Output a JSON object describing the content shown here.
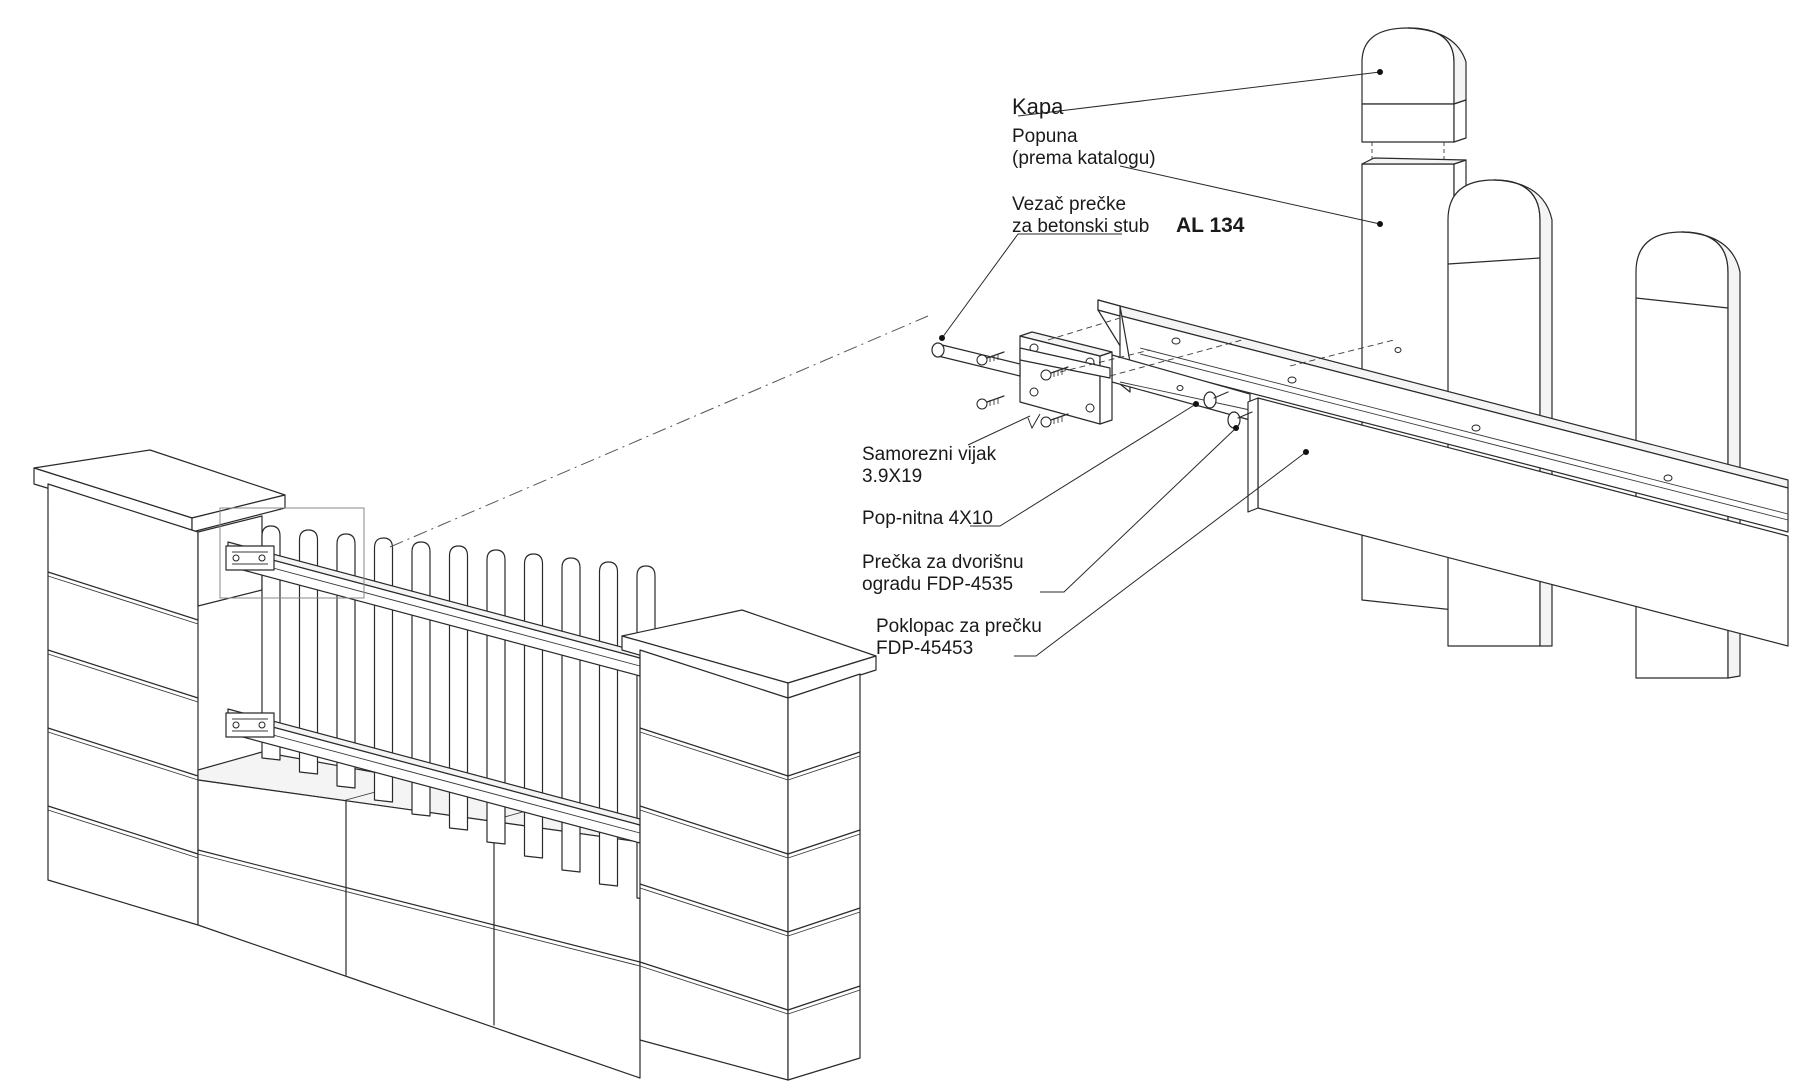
{
  "labels": {
    "kapa": "Kapa",
    "popuna_1": "Popuna",
    "popuna_2": "(prema katalogu)",
    "vezac_1": "Vezač prečke",
    "vezac_2": "za betonski stub",
    "vezac_code": "AL 134",
    "vijak_1": "Samorezni vijak",
    "vijak_2": "3.9X19",
    "nitna": "Pop-nitna 4X10",
    "precka_1": "Prečka za dvorišnu",
    "precka_2": "ogradu FDP-4535",
    "poklopac_1": "Poklopac za prečku",
    "poklopac_2": "FDP-45453"
  }
}
